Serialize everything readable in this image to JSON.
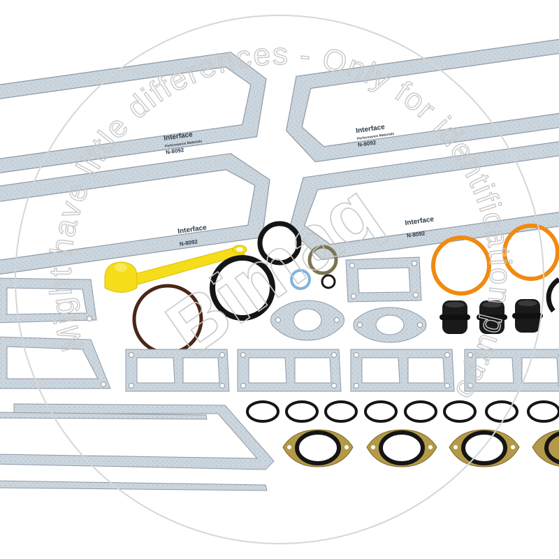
{
  "image": {
    "subject": "engine gasket and seal kit",
    "background": "#ffffff"
  },
  "gasket_print": {
    "brand": "Interface",
    "line": "Performance Materials",
    "part": "N-8092"
  },
  "watermark": {
    "brand": "Bimaq",
    "arc_text": "Might have little differences - Only for identification purposes",
    "color": "#d0d0d0"
  },
  "colors": {
    "gasket_fill": "#c9d3db",
    "gasket_edge": "#8e9aa6",
    "ring_black": "#151515",
    "ring_orange": "#f08a10",
    "ring_brown": "#4a2617",
    "ring_blue": "#7fb2df",
    "ring_olive": "#7b7450",
    "cap_yellow": "#f6dd1a",
    "flange_gold": "#b49a48"
  }
}
